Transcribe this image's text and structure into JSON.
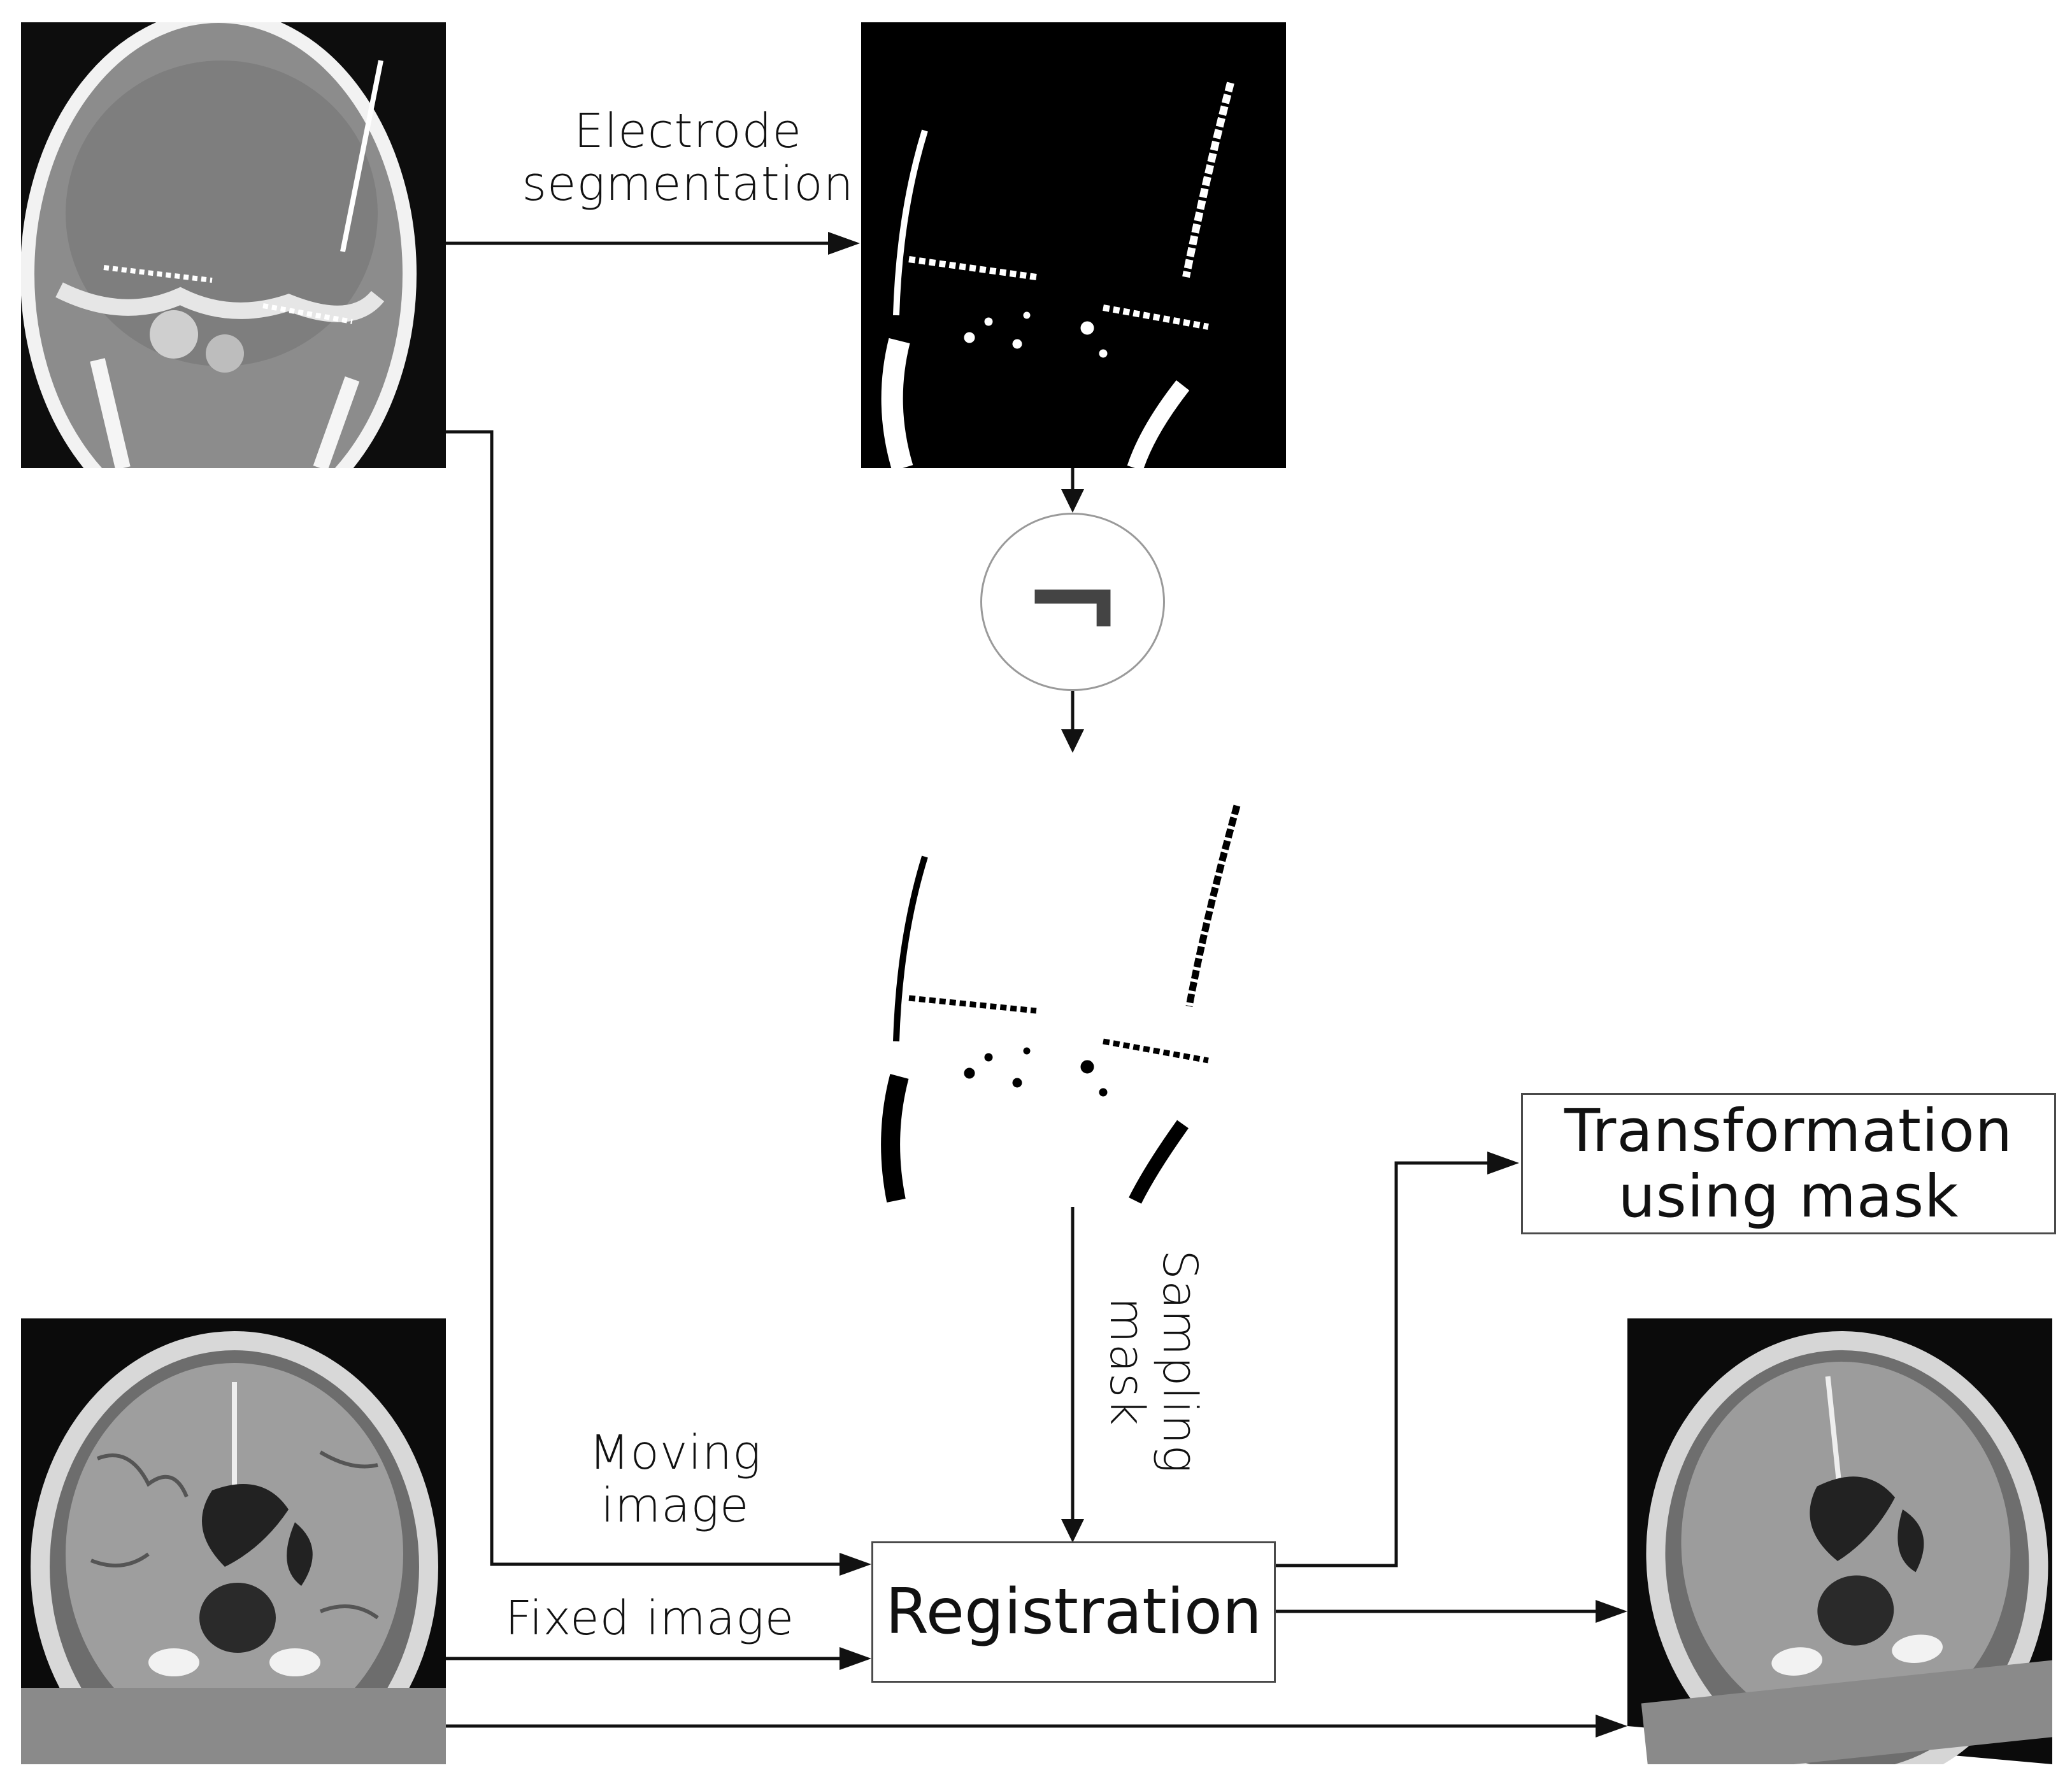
{
  "labels": {
    "electrode_segmentation": [
      "Electrode",
      "segmentation"
    ],
    "negation_symbol": "¬",
    "sampling_mask": [
      "Sampling",
      "mask"
    ],
    "moving_image": [
      "Moving",
      "image"
    ],
    "fixed_image": "Fixed image",
    "registration": "Registration",
    "transformation": [
      "Transformation",
      "using mask"
    ]
  },
  "images": {
    "ct_scan": "ct-scan-with-electrodes",
    "segmentation": "binary-electrode-segmentation",
    "inverted_mask": "inverted-sampling-mask",
    "mri_fixed": "mri-fixed-image",
    "mri_registered": "registered-output-image"
  },
  "colors": {
    "arrow": "#111111",
    "box_border": "#4a4a4a",
    "circle_border": "#9a9a9a",
    "symbol": "#444444"
  }
}
